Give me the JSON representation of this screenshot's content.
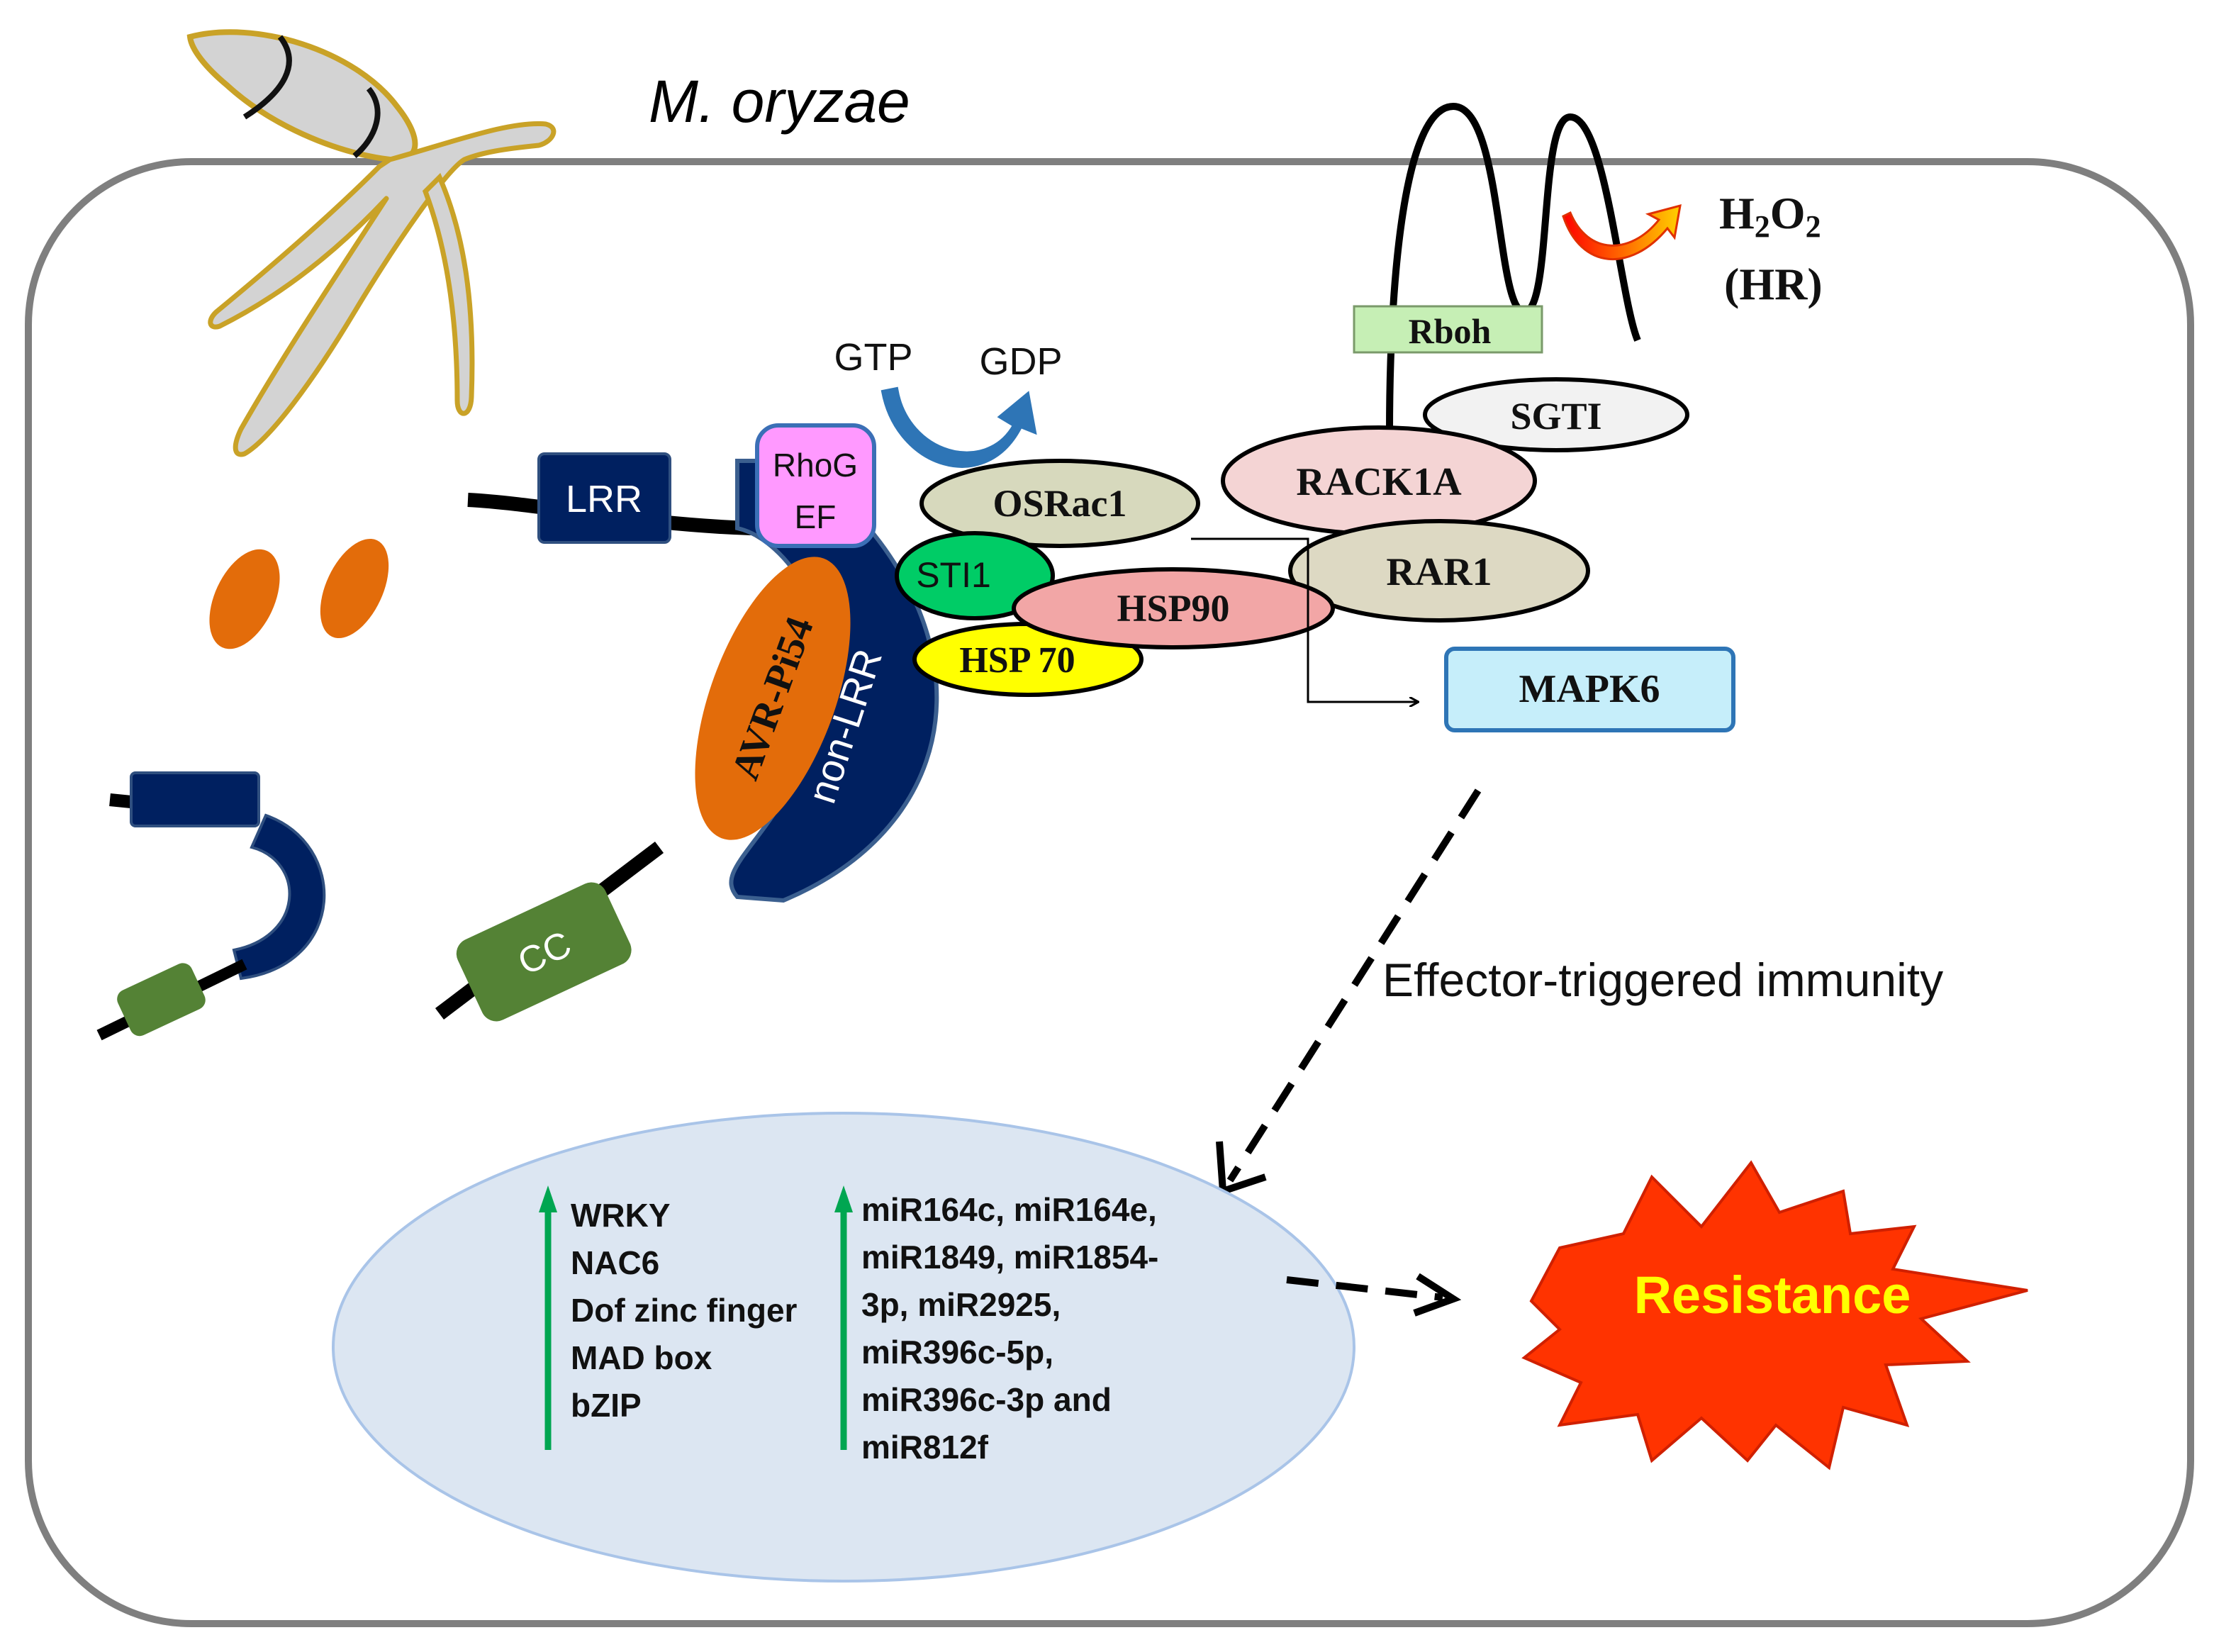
{
  "organism": "M. oryzae",
  "gtp": "GTP",
  "gdp": "GDP",
  "h2o2": {
    "h": "H",
    "sub1": "2",
    "o": "O",
    "sub2": "2",
    "hr": "(HR)"
  },
  "proteins": {
    "rboh": "Rboh",
    "sgti": "SGTI",
    "rack1a": "RACK1A",
    "osrac1": "OSRac1",
    "rar1": "RAR1",
    "sti1": "STI1",
    "hsp90": "HSP90",
    "hsp70": "HSP 70",
    "mapk6": "MAPK6",
    "rhogef_line1": "RhoG",
    "rhogef_line2": "EF",
    "lrr": "LRR",
    "avr": "AVR-Pi54",
    "non_lrr": "non-LRR",
    "cc": "CC"
  },
  "eti_label": "Effector-triggered immunity",
  "tf_list": [
    "WRKY",
    "NAC6",
    "Dof zinc finger",
    "MAD box",
    "bZIP"
  ],
  "mirna_list": [
    "miR164c, miR164e,",
    "miR1849, miR1854-",
    "3p, miR2925,",
    "miR396c-5p,",
    "miR396c-3p and",
    "miR812f"
  ],
  "resistance": "Resistance",
  "colors": {
    "cell_border": "#7f7f7f",
    "fungus_fill": "#d3d3d3",
    "fungus_edge": "#c9a227",
    "effector_orange": "#e36c0a",
    "navy": "#002060",
    "cc_green": "#548235",
    "rhogef": "#ff99ff",
    "osrac1": "#d7d9bd",
    "rack1a": "#f4d4d4",
    "rar1": "#ddd9c3",
    "sti1": "#00cc66",
    "hsp90": "#f2a6a6",
    "hsp70": "#ffff00",
    "mapk6": "#c6eefa",
    "rboh": "#c6efb5",
    "nucleus": "#dce6f2",
    "up_arrow": "#00a651",
    "burst": "#ff3300",
    "burst_text": "#ffff00",
    "gtp_arrow": "#2e75b6"
  }
}
